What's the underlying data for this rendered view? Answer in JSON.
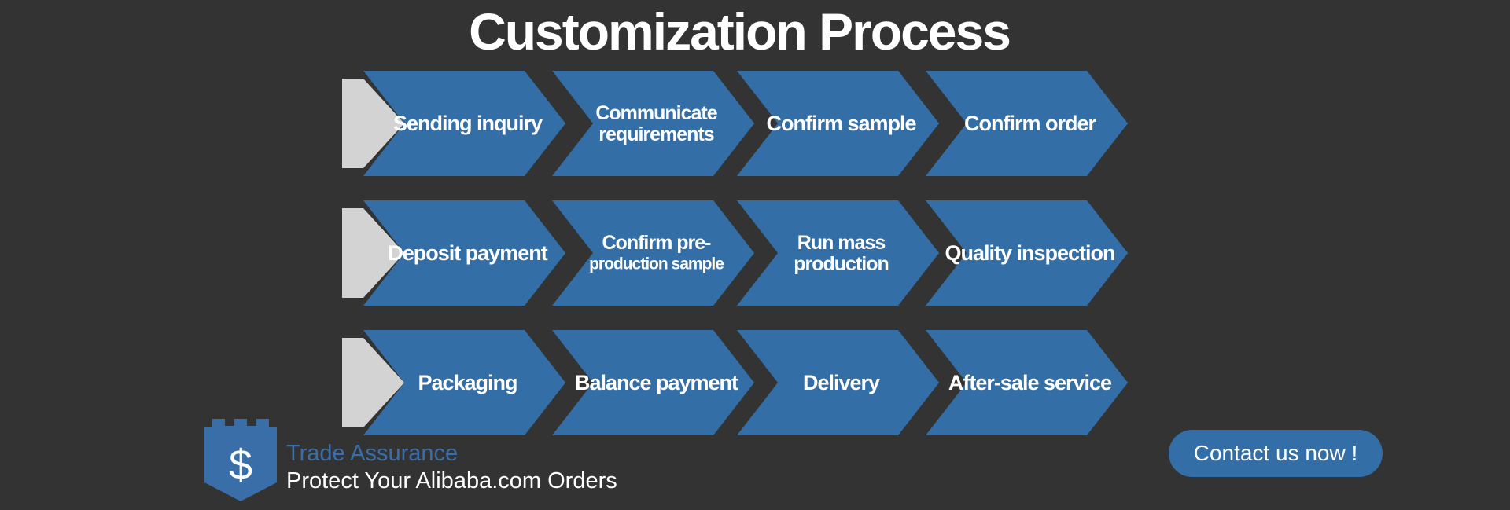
{
  "title": "Customization Process",
  "colors": {
    "background": "#333333",
    "step_fill": "#336ea6",
    "track_fill": "#d3d3d3",
    "brand_blue": "#3a6ea8",
    "text": "#ffffff"
  },
  "process": {
    "rows": [
      {
        "steps": [
          {
            "lines": [
              "Sending inquiry"
            ]
          },
          {
            "lines": [
              "Communicate",
              "requirements"
            ]
          },
          {
            "lines": [
              "Confirm sample"
            ]
          },
          {
            "lines": [
              "Confirm order"
            ]
          }
        ]
      },
      {
        "steps": [
          {
            "lines": [
              "Deposit payment"
            ]
          },
          {
            "lines": [
              "Confirm pre-",
              "production sample"
            ]
          },
          {
            "lines": [
              "Run mass",
              "production"
            ]
          },
          {
            "lines": [
              "Quality inspection"
            ]
          }
        ]
      },
      {
        "steps": [
          {
            "lines": [
              "Packaging"
            ]
          },
          {
            "lines": [
              "Balance payment"
            ]
          },
          {
            "lines": [
              "Delivery"
            ]
          },
          {
            "lines": [
              "After-sale service"
            ]
          }
        ]
      }
    ]
  },
  "brand": {
    "icon": "shield-dollar-icon",
    "icon_symbol": "$",
    "name": "Trade Assurance",
    "tagline": "Protect Your Alibaba.com Orders"
  },
  "contact": {
    "label": "Contact us now !"
  }
}
